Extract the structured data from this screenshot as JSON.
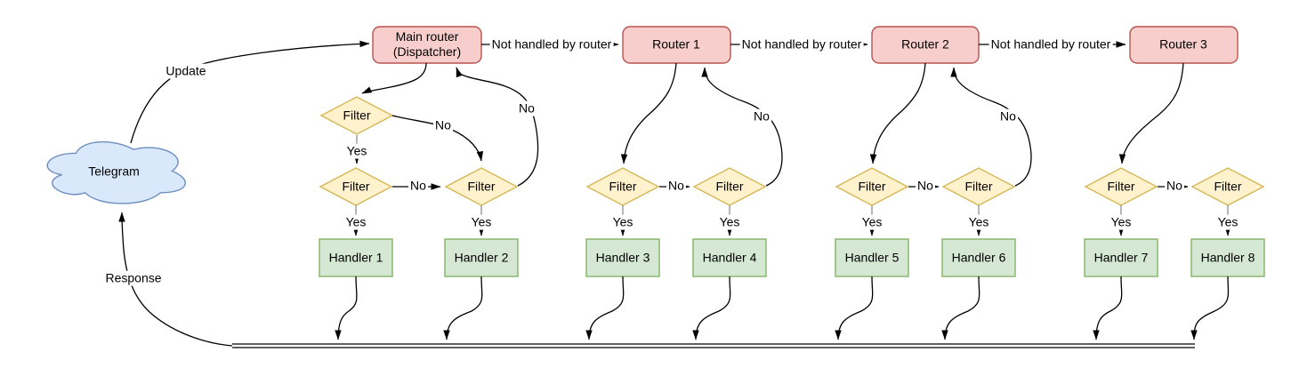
{
  "cloud": {
    "label": "Telegram"
  },
  "edge_labels": {
    "update": "Update",
    "response": "Response",
    "not_handled": "Not handled by router",
    "yes": "Yes",
    "no": "No"
  },
  "routers": [
    {
      "label": "Main router (Dispatcher)"
    },
    {
      "label": "Router 1"
    },
    {
      "label": "Router 2"
    },
    {
      "label": "Router 3"
    }
  ],
  "filter_label": "Filter",
  "handlers": [
    {
      "label": "Handler 1"
    },
    {
      "label": "Handler 2"
    },
    {
      "label": "Handler 3"
    },
    {
      "label": "Handler 4"
    },
    {
      "label": "Handler 5"
    },
    {
      "label": "Handler 6"
    },
    {
      "label": "Handler 7"
    },
    {
      "label": "Handler 8"
    }
  ],
  "colors": {
    "router_fill": "#f8cecc",
    "router_stroke": "#b85450",
    "filter_fill": "#fff2cc",
    "filter_stroke": "#d6b656",
    "handler_fill": "#d5e8d4",
    "handler_stroke": "#82b366",
    "cloud_fill": "#dae8fc",
    "cloud_stroke": "#6c8ebf",
    "edge": "#000000"
  }
}
